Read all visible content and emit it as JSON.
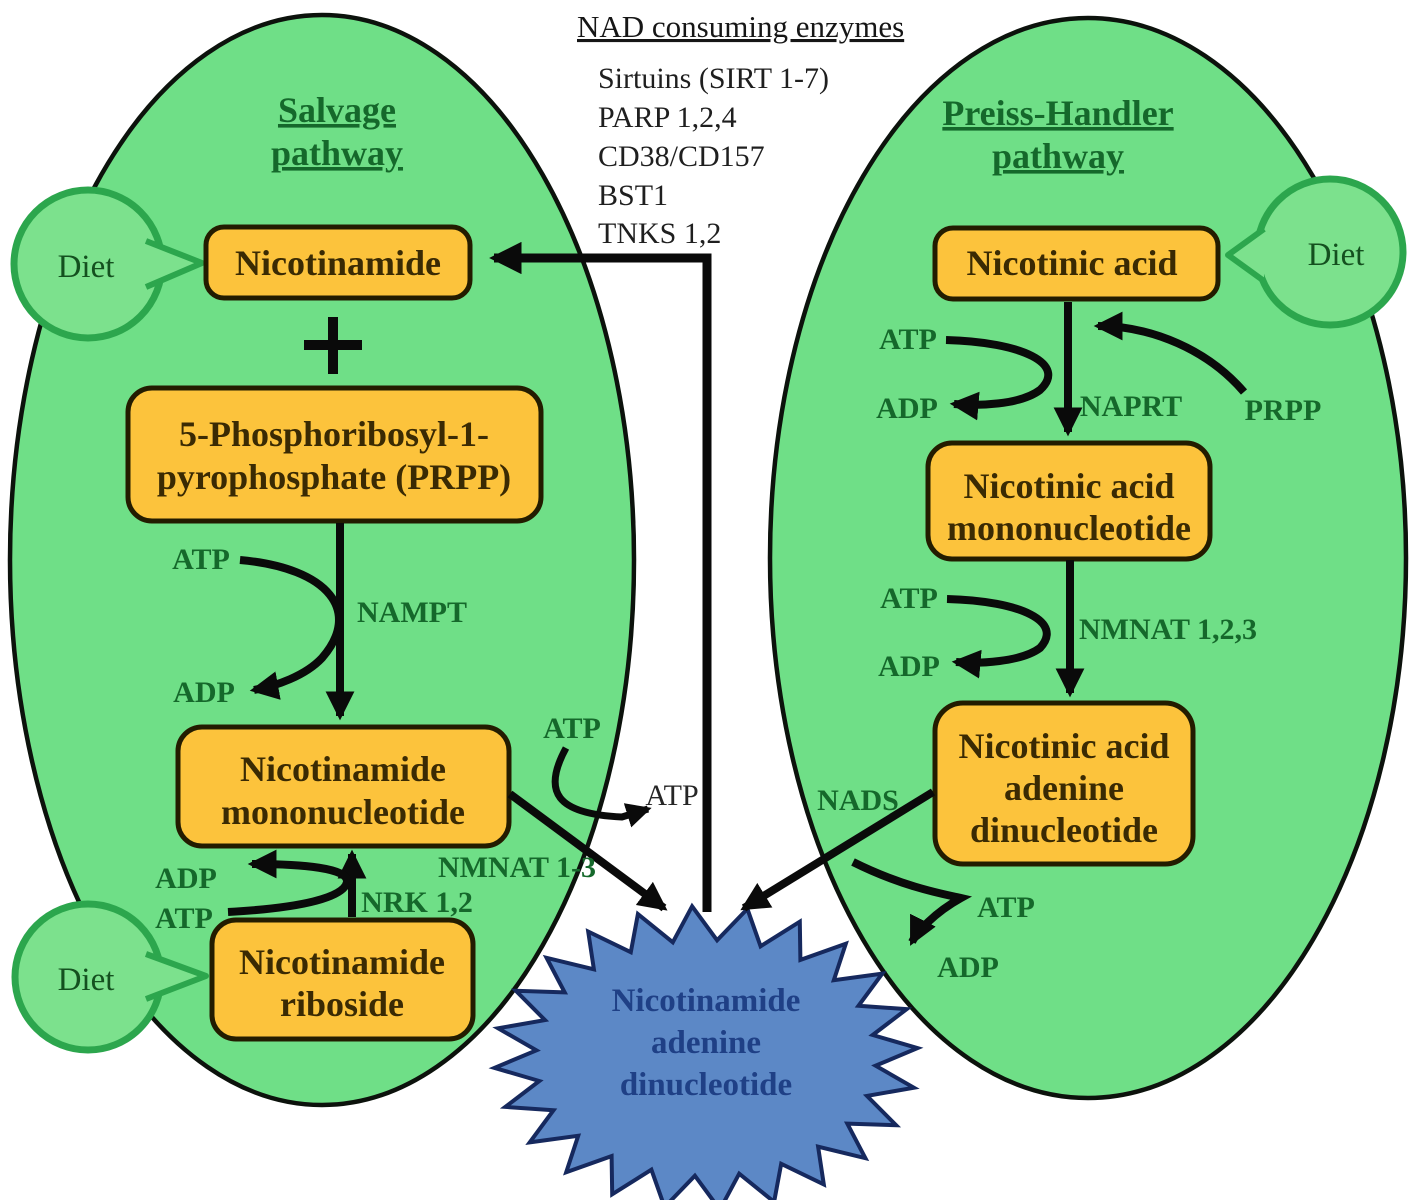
{
  "consuming_enzymes": {
    "title": "NAD consuming enzymes",
    "items": [
      "Sirtuins (SIRT 1-7)",
      "PARP 1,2,4",
      "CD38/CD157",
      "BST1",
      "TNKS 1,2"
    ]
  },
  "salvage": {
    "title": [
      "Salvage",
      "pathway"
    ],
    "diet_top": "Diet",
    "diet_bottom": "Diet",
    "plus": "+",
    "nicotinamide": "Nicotinamide",
    "prpp_box": [
      "5-Phosphoribosyl-1-",
      "pyrophosphate (PRPP)"
    ],
    "nmn_box": [
      "Nicotinamide",
      "mononucleotide"
    ],
    "nr_box": [
      "Nicotinamide",
      "riboside"
    ],
    "enzyme_nampt": "NAMPT",
    "enzyme_nmnat13": "NMNAT 1-3",
    "enzyme_nrk": "NRK 1,2",
    "atp_nampt": "ATP",
    "adp_nampt": "ADP",
    "adp_nrk": "ADP",
    "atp_nrk": "ATP",
    "atp_nmnat_in": "ATP",
    "atp_nmnat_out": "ATP"
  },
  "preiss_handler": {
    "title": [
      "Preiss-Handler",
      "pathway"
    ],
    "diet": "Diet",
    "na_box": "Nicotinic acid",
    "namn_box": [
      "Nicotinic acid",
      "mononucleotide"
    ],
    "naad_box": [
      "Nicotinic acid",
      "adenine",
      "dinucleotide"
    ],
    "enzyme_naprt": "NAPRT",
    "substrate_prpp": "PRPP",
    "enzyme_nmnat123": "NMNAT 1,2,3",
    "enzyme_nads": "NADS",
    "atp_naprt": "ATP",
    "adp_naprt": "ADP",
    "atp_nmnat": "ATP",
    "adp_nmnat": "ADP",
    "atp_nads": "ATP",
    "adp_nads": "ADP"
  },
  "nad": {
    "label": [
      "Nicotinamide",
      "adenine",
      "dinucleotide"
    ]
  },
  "colors": {
    "ellipse_fill": "#6fdf87",
    "bubble_fill": "#7ce18d",
    "bubble_stroke": "#2ca64d",
    "box_fill": "#fcc33c",
    "box_stroke": "#231c00",
    "box_text": "#3a2a03",
    "label_green": "#15682b",
    "nad_fill": "#5c88c6",
    "nad_stroke": "#16295e",
    "nad_text": "#1f4086",
    "arrow": "#0a0a0a"
  }
}
